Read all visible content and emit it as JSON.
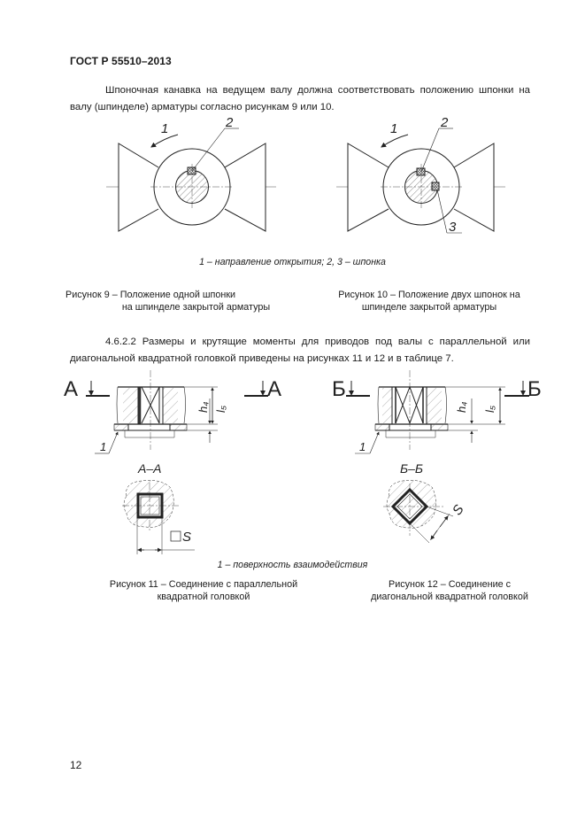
{
  "header": {
    "standard": "ГОСТ Р 55510–2013"
  },
  "paragraphs": [
    {
      "id": "p1",
      "text": "Шпоночная канавка на ведущем валу должна соответствовать положению шпонки на валу (шпинделе) арматуры согласно рисункам 9 или 10."
    },
    {
      "id": "p2",
      "text": "4.6.2.2 Размеры и крутящие моменты для приводов под валы с параллельной или диагональной квадратной головкой приведены на рисунках 11 и 12 и в таблице 7."
    }
  ],
  "figures_9_10": {
    "legend": "1 – направление открытия; 2, 3 – шпонка",
    "fig9": {
      "labels": [
        "1",
        "2"
      ],
      "caption_line1": "Рисунок 9 – Положение одной шпонки",
      "caption_line2": "на шпинделе закрытой арматуры"
    },
    "fig10": {
      "labels": [
        "1",
        "2",
        "3"
      ],
      "caption_line1": "Рисунок 10 – Положение двух  шпонок на",
      "caption_line2": "шпинделе закрытой арматуры"
    }
  },
  "figures_11_12": {
    "legend": "1 – поверхность взаимодействия",
    "fig11": {
      "section_mark": "А",
      "section_label": "А–А",
      "dim_h": "h₄",
      "dim_l": "l₅",
      "callout": "1",
      "size_label": "□S",
      "caption_line1": "Рисунок 11 – Соединение с параллельной",
      "caption_line2": "квадратной головкой"
    },
    "fig12": {
      "section_mark": "Б",
      "section_label": "Б–Б",
      "dim_h": "h₄",
      "dim_l": "l₅",
      "callout": "1",
      "size_label": "S",
      "caption_line1": "Рисунок 12 – Соединение с",
      "caption_line2": "диагональной квадратной головкой"
    }
  },
  "footer": {
    "page_number": "12"
  }
}
